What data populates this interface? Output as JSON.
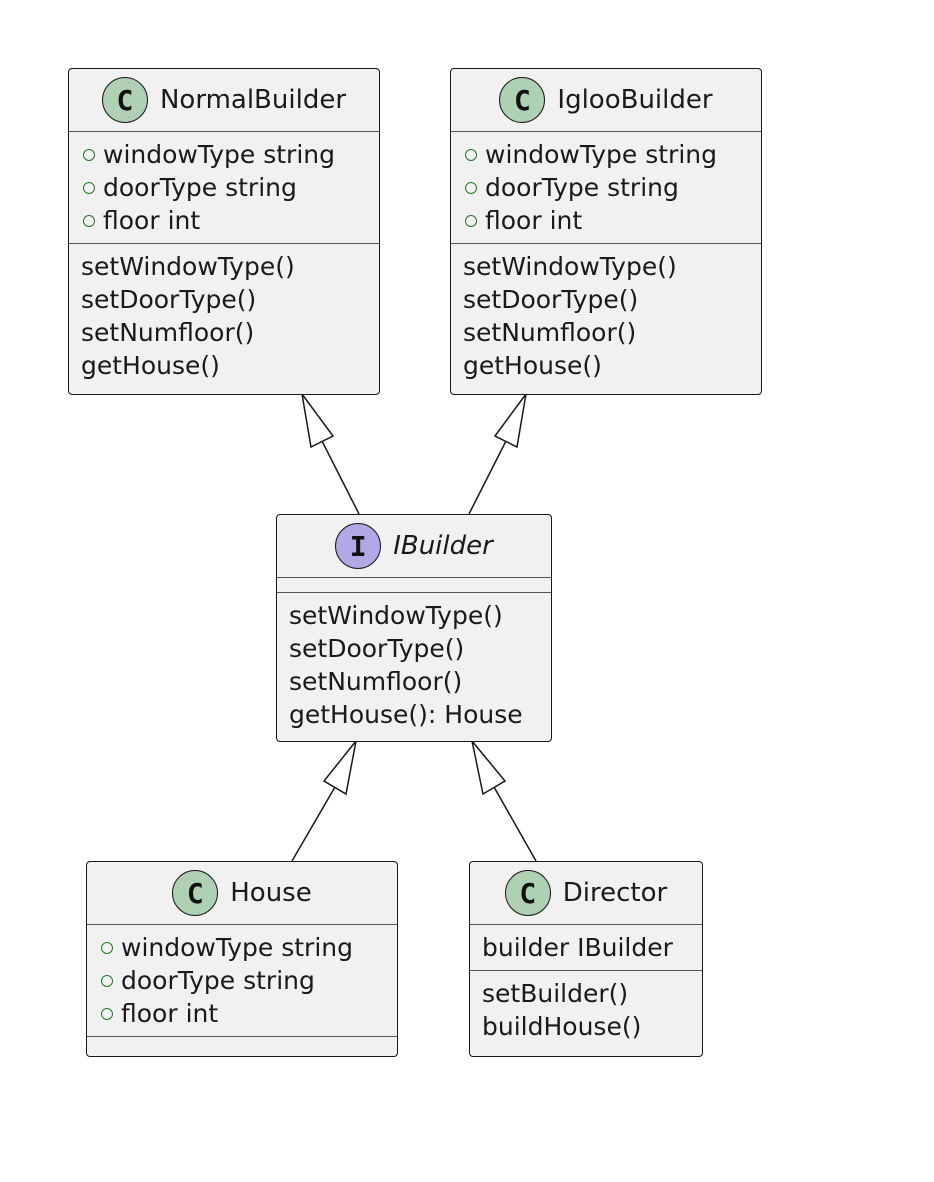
{
  "colors": {
    "class_badge": "#add1b2",
    "interface_badge": "#b4a7e5",
    "box_fill": "#f1f1f1",
    "border": "#181818"
  },
  "classes": {
    "normal_builder": {
      "stereotype": "C",
      "name": "NormalBuilder",
      "fields": [
        "windowType string",
        "doorType string",
        "floor int"
      ],
      "methods": [
        "setWindowType()",
        "setDoorType()",
        "setNumfloor()",
        "getHouse()"
      ]
    },
    "igloo_builder": {
      "stereotype": "C",
      "name": "IglooBuilder",
      "fields": [
        "windowType string",
        "doorType string",
        "floor int"
      ],
      "methods": [
        "setWindowType()",
        "setDoorType()",
        "setNumfloor()",
        "getHouse()"
      ]
    },
    "ibuilder": {
      "stereotype": "I",
      "name": "IBuilder",
      "methods": [
        "setWindowType()",
        "setDoorType()",
        "setNumfloor()",
        "getHouse(): House"
      ]
    },
    "house": {
      "stereotype": "C",
      "name": "House",
      "fields": [
        "windowType string",
        "doorType string",
        "floor int"
      ]
    },
    "director": {
      "stereotype": "C",
      "name": "Director",
      "fields": [
        "builder IBuilder"
      ],
      "methods": [
        "setBuilder()",
        "buildHouse()"
      ]
    }
  }
}
